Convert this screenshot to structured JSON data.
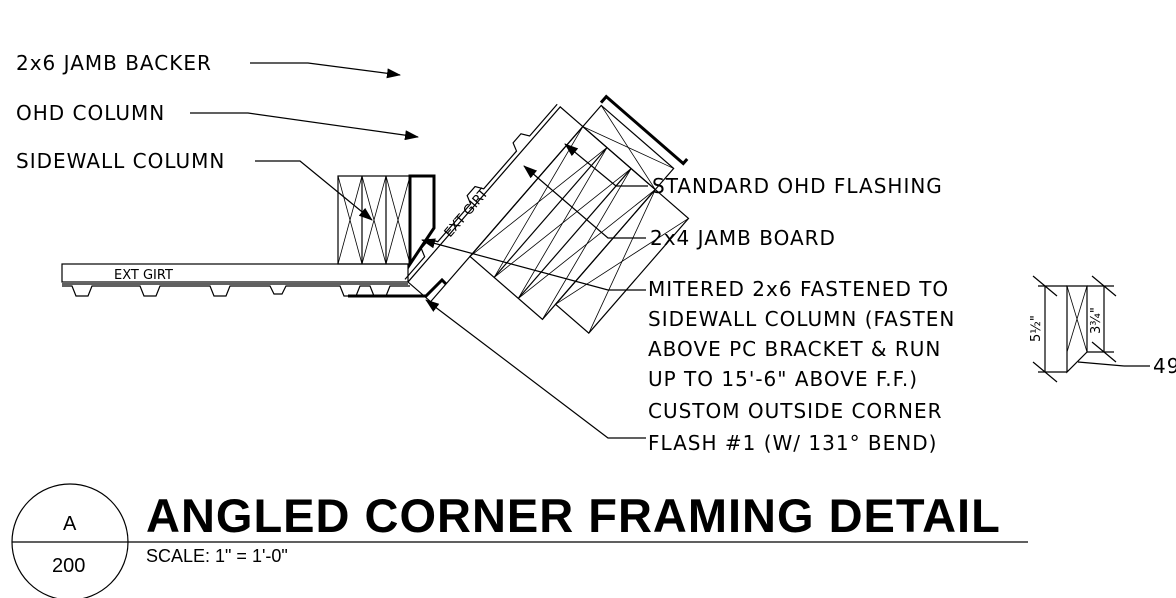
{
  "labels": {
    "jamb_backer": "2x6 JAMB BACKER",
    "ohd_column": "OHD COLUMN",
    "sidewall_column": "SIDEWALL COLUMN",
    "standard_flashing": "STANDARD OHD FLASHING",
    "jamb_board": "2x4 JAMB BOARD",
    "mitered_line1": "MITERED 2x6 FASTENED TO",
    "mitered_line2": "SIDEWALL COLUMN (FASTEN",
    "mitered_line3": "ABOVE PC BRACKET & RUN",
    "mitered_line4": "UP TO 15'-6\" ABOVE F.F.)",
    "corner_line1": "CUSTOM OUTSIDE CORNER",
    "corner_line2": "FLASH #1 (W/ 131° BEND)",
    "ext_girt_horizontal": "EXT GIRT",
    "ext_girt_angled": "EXT GIRT"
  },
  "dimensions": {
    "overall": "5½\"",
    "partial": "3¾\"",
    "angle": "49"
  },
  "title_block": {
    "detail_letter": "A",
    "sheet_number": "200",
    "title": "ANGLED CORNER FRAMING DETAIL",
    "scale": "SCALE: 1\" = 1'-0\""
  }
}
